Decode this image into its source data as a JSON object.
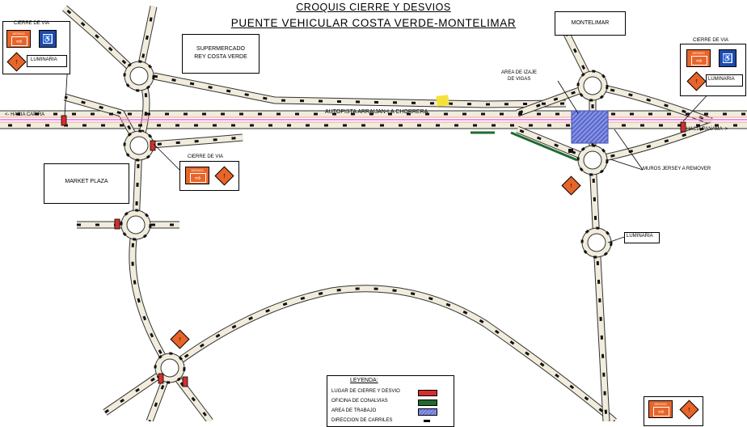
{
  "title": {
    "line1": "CROQUIS CIERRE Y DESVIOS",
    "line2": "PUENTE VEHICULAR COSTA VERDE-MONTELIMAR"
  },
  "places": {
    "supermercado_line1": "SUPERMERCADO",
    "supermercado_line2": "REY COSTA VERDE",
    "market_plaza": "MARKET PLAZA",
    "montelimar": "MONTELIMAR"
  },
  "roads": {
    "autopista": "AUTOPISTA ARRAIJAN-LA CHORRERA",
    "hacia_capira": "<- HACIA CAPIRA",
    "hacia_panama": "HACIA PANAMA ->"
  },
  "callouts": {
    "cierre_de_via": "CIERRE DE VIA",
    "luminaria": "LUMINARIA",
    "area_izaje_line1": "AREA DE IZAJE",
    "area_izaje_line2": "DE VIGAS",
    "muros_jersey": "MUROS JERSEY A REMOVER"
  },
  "signs": {
    "desvio": "DESVIO",
    "arrow": "⇨",
    "diamond_arrow": "↑",
    "blue_symbol": "♿"
  },
  "legend": {
    "title": "LEYENDA:",
    "items": [
      {
        "label": "LUGAR DE CIERRE Y DESVIO",
        "color": "#d32f2f"
      },
      {
        "label": "OFICINA DE CONALVIAS",
        "color": "#1f6b2e"
      },
      {
        "label": "AREA DE TRABAJO",
        "color": "#8a96e8"
      },
      {
        "label": "DIRECCION DE CARRILES",
        "color": "#000000"
      }
    ]
  },
  "colors": {
    "road_fill": "#f2ecdc",
    "road_edge": "#333333",
    "lane_marks": "#111111",
    "highway_center": "#e070e0",
    "highway_line": "#f2a0a0",
    "closure": "#d32f2f",
    "office": "#1f6b2e",
    "work_area": "#8a96e8",
    "sign_orange": "#e8652a",
    "sign_blue": "#1f4aa8",
    "sticky_note": "#f4e23a"
  }
}
